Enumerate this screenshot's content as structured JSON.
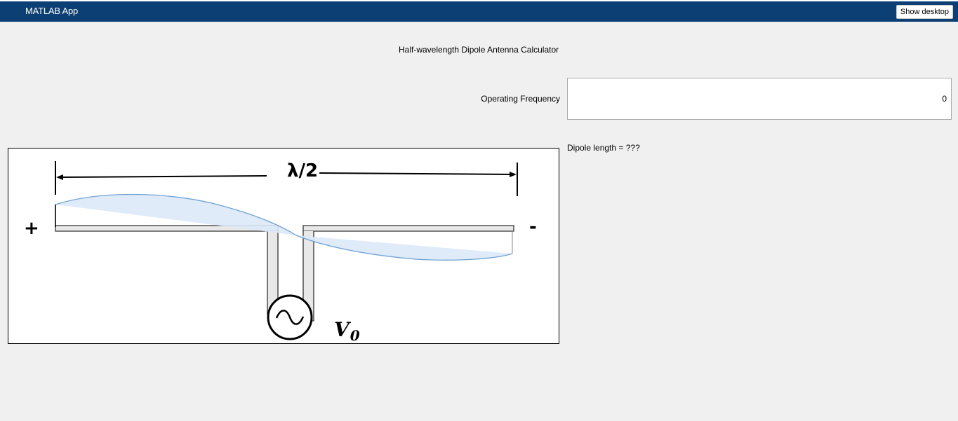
{
  "window": {
    "title": "MATLAB App",
    "show_desktop_label": "Show desktop",
    "title_bar_color": "#0c3f73"
  },
  "main": {
    "heading": "Half-wavelength Dipole Antenna Calculator",
    "frequency_label": "Operating Frequency",
    "frequency_value": "0",
    "result_text": "Dipole length = ???"
  },
  "diagram": {
    "length_label": "λ/2",
    "plus_label": "+",
    "minus_label": "-",
    "source_label_main": "V",
    "source_label_sub": "0",
    "wave_fill_color": "#dce9f7",
    "wave_stroke_color": "#6ea2d4"
  }
}
